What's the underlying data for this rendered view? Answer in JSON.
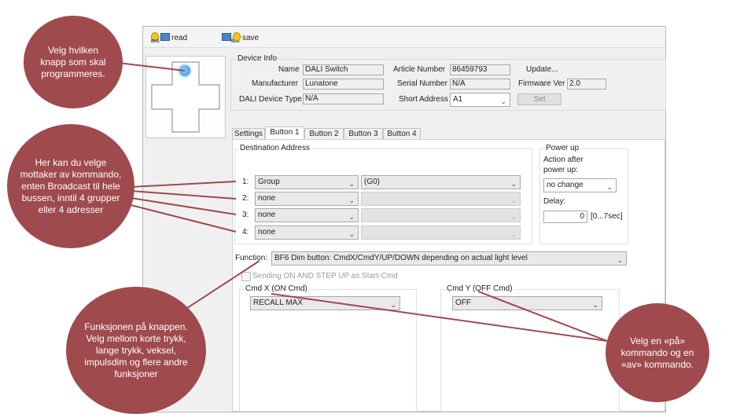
{
  "toolbar": {
    "read_label": "read",
    "save_label": "save",
    "bus_badge": "BUS"
  },
  "device_info": {
    "title": "Device Info",
    "name_label": "Name",
    "name_value": "DALI Switch",
    "manufacturer_label": "Manufacturer",
    "manufacturer_value": "Lunatone",
    "device_type_label": "DALI Device Type",
    "device_type_value": "N/A",
    "article_label": "Article Number",
    "article_value": "86459793",
    "serial_label": "Serial Number",
    "serial_value": "N/A",
    "short_address_label": "Short Address",
    "short_address_value": "A1",
    "update_label": "Update...",
    "firmware_label": "Firmware Ver",
    "firmware_value": "2.0",
    "set_label": "Set"
  },
  "tabs": [
    {
      "label": "Settings"
    },
    {
      "label": "Button 1"
    },
    {
      "label": "Button 2"
    },
    {
      "label": "Button 3"
    },
    {
      "label": "Button 4"
    }
  ],
  "destination": {
    "title": "Destination Address",
    "rows": [
      {
        "num": "1:",
        "type": "Group",
        "target": "(G0)"
      },
      {
        "num": "2:",
        "type": "none",
        "target": ""
      },
      {
        "num": "3:",
        "type": "none",
        "target": ""
      },
      {
        "num": "4:",
        "type": "none",
        "target": ""
      }
    ]
  },
  "power_up": {
    "title": "Power up",
    "action_label_1": "Action after",
    "action_label_2": "power up:",
    "action_value": "no change",
    "delay_label": "Delay:",
    "delay_value": "0",
    "delay_unit": "[0...7sec]"
  },
  "function": {
    "label": "Function:",
    "value": "BF6   Dim button:  CmdX/CmdY/UP/DOWN depending on actual light level",
    "checkbox_label": "Sending ON AND STEP UP as Start-Cmd"
  },
  "cmd_x": {
    "title": "Cmd X  (ON Cmd)",
    "value": "RECALL MAX"
  },
  "cmd_y": {
    "title": "Cmd Y  (OFF Cmd)",
    "value": "OFF"
  },
  "annotations": {
    "a1": "Velg hvilken knapp som skal programmeres.",
    "a2": "Her kan du velge mottaker av kommando, enten Broadcast til hele bussen, inntil 4 grupper eller 4 adresser",
    "a3": "Funksjonen på knappen. Velg mellom korte trykk, lange trykk, veksel, impulsdim og flere andre funksjoner",
    "a4": "Velg en «på» kommando og en «av» kommando."
  },
  "colors": {
    "bubble": "#9f4a4d",
    "led": "#2b8fe6"
  }
}
